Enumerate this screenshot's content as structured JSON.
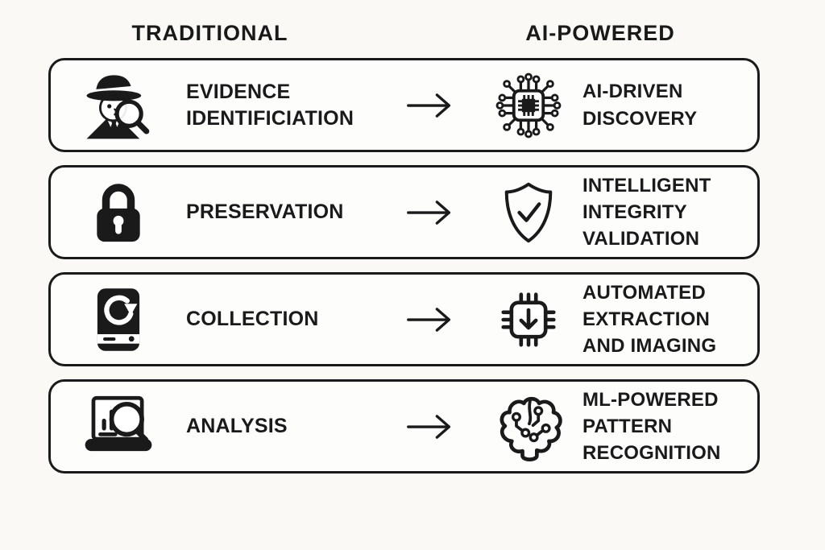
{
  "page": {
    "background_color": "#faf9f5",
    "ink_color": "#1a1a1a",
    "box_background": "#fdfdfb"
  },
  "header": {
    "traditional": "TRADITIONAL",
    "ai_powered": "AI-POWERED"
  },
  "rows": [
    {
      "traditional_icon": "detective-magnifier-icon",
      "traditional_label": "EVIDENCE\nIDENTIFICIATION",
      "arrow_icon": "arrow-right-icon",
      "ai_icon": "ai-chip-circuit-icon",
      "ai_label": "AI-DRIVEN\nDISCOVERY"
    },
    {
      "traditional_icon": "padlock-icon",
      "traditional_label": "PRESERVATION",
      "arrow_icon": "arrow-right-icon",
      "ai_icon": "shield-check-icon",
      "ai_label": "INTELLIGENT\nINTEGRITY\nVALIDATION"
    },
    {
      "traditional_icon": "hard-drive-refresh-icon",
      "traditional_label": "COLLECTION",
      "arrow_icon": "arrow-right-icon",
      "ai_icon": "chip-download-icon",
      "ai_label": "AUTOMATED\nEXTRACTION\nAND IMAGING"
    },
    {
      "traditional_icon": "laptop-search-icon",
      "traditional_label": "ANALYSIS",
      "arrow_icon": "arrow-right-icon",
      "ai_icon": "brain-circuit-icon",
      "ai_label": "ML-POWERED\nPATTERN\nRECOGNITION"
    }
  ]
}
